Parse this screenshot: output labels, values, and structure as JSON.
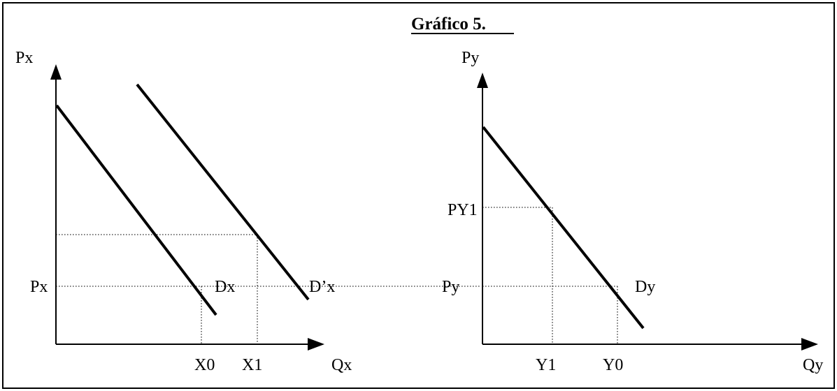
{
  "title": "Gráfico 5.",
  "left_panel": {
    "y_axis_label": "Px",
    "x_axis_label": "Qx",
    "price_tick": "Px",
    "quantity_ticks": [
      "X0",
      "X1"
    ],
    "curves": [
      "Dx",
      "D’x"
    ]
  },
  "right_panel": {
    "y_axis_label": "Py",
    "x_axis_label": "Qy",
    "price_ticks": [
      "PY1",
      "Py"
    ],
    "quantity_ticks": [
      "Y1",
      "Y0"
    ],
    "curves": [
      "Dy"
    ]
  }
}
